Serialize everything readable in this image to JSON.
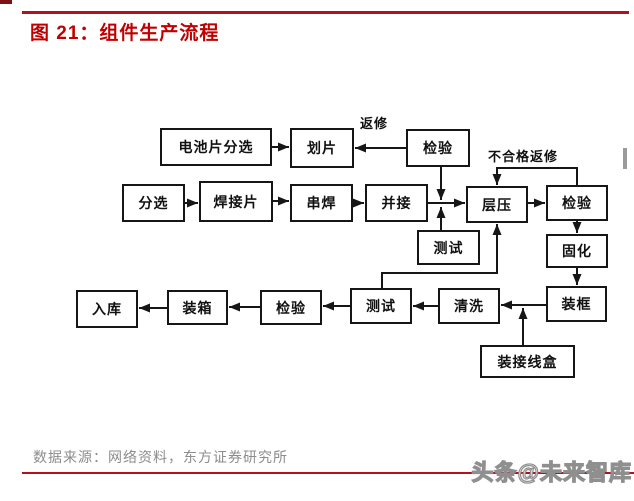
{
  "title": {
    "text": "图 21：组件生产流程"
  },
  "colors": {
    "accent_red": "#c00000",
    "rule_red": "#b01220"
  },
  "flowchart": {
    "nodes": {
      "cell_sorting": "电池片分选",
      "scribing": "划片",
      "inspection_top": "检验",
      "sorting": "分选",
      "soldering_tabs": "焊接片",
      "string_welding": "串焊",
      "parallel_connection": "并接",
      "lamination": "层压",
      "inspection_right": "检验",
      "testing_mid": "测试",
      "curing": "固化",
      "framing": "装框",
      "cleaning": "清洗",
      "testing_bottom": "测试",
      "inspection_bottom": "检验",
      "packing": "装箱",
      "warehousing": "入库",
      "junction_box": "装接线盒"
    },
    "edge_labels": {
      "rework": "返修",
      "unqualified_rework": "不合格返修"
    }
  },
  "footer": {
    "source": "数据来源：网络资料，东方证券研究所",
    "watermark": "头条@未来智库"
  }
}
